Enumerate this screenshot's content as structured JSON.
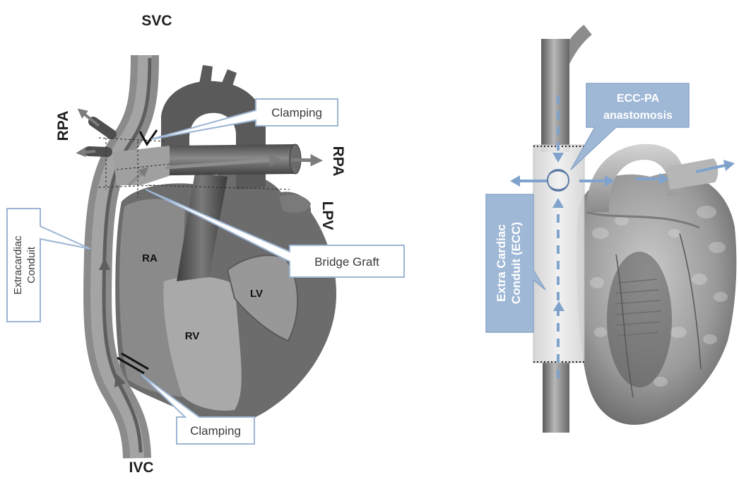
{
  "left_panel": {
    "vessel_labels": {
      "svc": "SVC",
      "ivc": "IVC",
      "rpa_left": "RPA",
      "rpa_right": "RPA",
      "lpv": "LPV"
    },
    "chamber_labels": {
      "ra": "RA",
      "rv": "RV",
      "lv": "LV"
    },
    "callouts": {
      "clamping_top": "Clamping",
      "clamping_bottom": "Clamping",
      "bridge_graft": "Bridge Graft",
      "extracardiac_conduit": [
        "Extracardiac",
        "Conduit"
      ]
    }
  },
  "right_panel": {
    "callouts": {
      "ecc_pa_anastomosis": [
        "ECC-PA",
        "anastomosis"
      ],
      "extra_cardiac_conduit": [
        "Extra Cardiac",
        "Conduit (ECC)"
      ]
    }
  },
  "colors": {
    "callout_border": "#9db5d3",
    "callout_fill": "#9fb8d6",
    "flow_arrow": "#7fa3cc",
    "heart_grey": "#6c6c6c"
  }
}
